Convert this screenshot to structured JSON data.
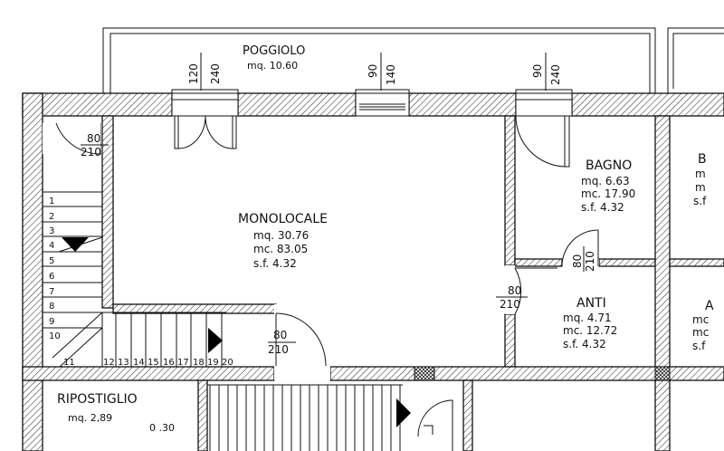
{
  "rooms": {
    "poggiolo": {
      "name": "POGGIOLO",
      "area": "mq. 10.60"
    },
    "monolocale": {
      "name": "MONOLOCALE",
      "mq": "mq.  30.76",
      "mc": "mc.  83.05",
      "sf": "s.f.  4.32"
    },
    "bagno": {
      "name": "BAGNO",
      "mq": "mq.  6.63",
      "mc": "mc.  17.90",
      "sf": "s.f.  4.32"
    },
    "anti": {
      "name": "ANTI",
      "mq": "mq. 4.71",
      "mc": "mc. 12.72",
      "sf": "s.f.  4.32"
    },
    "ripostiglio": {
      "name": "RIPOSTIGLIO",
      "area": "mq.  2,89",
      "extra": "0  .30"
    },
    "cut_right_upper": {
      "b": "B",
      "m1": "m",
      "m2": "m",
      "s": "s.f"
    },
    "cut_right_lower": {
      "a": "A",
      "m1": "mc",
      "m2": "mc",
      "s": "s.f"
    }
  },
  "openings": {
    "win_left": {
      "w": "120",
      "h": "240"
    },
    "win_mid": {
      "w": "90",
      "h": "140"
    },
    "win_right": {
      "w": "90",
      "h": "240"
    },
    "door_stair_top": {
      "w": "80",
      "h": "210"
    },
    "door_bagno": {
      "w": "80",
      "h": "210"
    },
    "door_anti": {
      "w": "80",
      "h": "210"
    },
    "door_entry": {
      "w": "80",
      "h": "210"
    }
  },
  "stairs": {
    "upper": [
      "1",
      "2",
      "3",
      "4",
      "5",
      "6",
      "7",
      "8",
      "9",
      "10",
      "11"
    ],
    "lower": [
      "12",
      "13",
      "14",
      "15",
      "16",
      "17",
      "18",
      "19",
      "20"
    ]
  }
}
